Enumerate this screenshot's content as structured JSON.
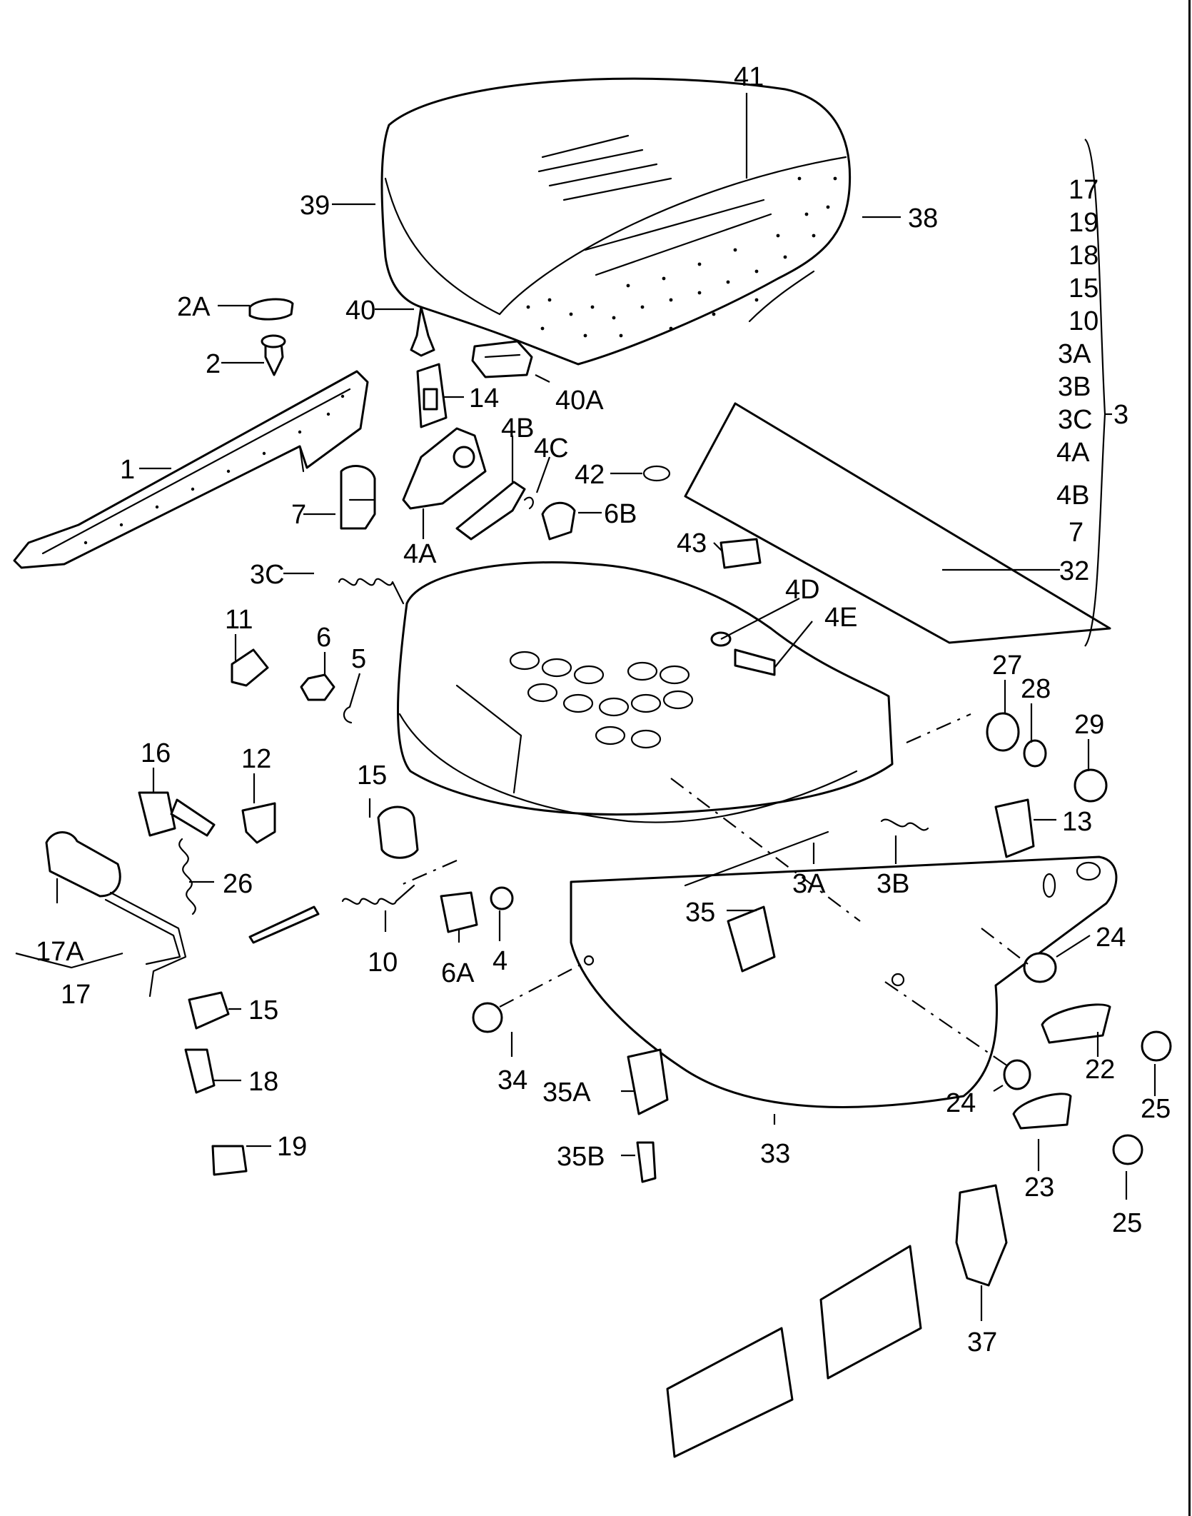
{
  "callouts": [
    {
      "id": "41"
    },
    {
      "id": "39"
    },
    {
      "id": "38"
    },
    {
      "id": "2A"
    },
    {
      "id": "40"
    },
    {
      "id": "2"
    },
    {
      "id": "14"
    },
    {
      "id": "40A"
    },
    {
      "id": "1"
    },
    {
      "id": "4B"
    },
    {
      "id": "4C"
    },
    {
      "id": "42"
    },
    {
      "id": "7"
    },
    {
      "id": "6B"
    },
    {
      "id": "4A"
    },
    {
      "id": "43"
    },
    {
      "id": "3C"
    },
    {
      "id": "32"
    },
    {
      "id": "4D"
    },
    {
      "id": "4E"
    },
    {
      "id": "11"
    },
    {
      "id": "6"
    },
    {
      "id": "5"
    },
    {
      "id": "27"
    },
    {
      "id": "28"
    },
    {
      "id": "29"
    },
    {
      "id": "16"
    },
    {
      "id": "12"
    },
    {
      "id": "15"
    },
    {
      "id": "13"
    },
    {
      "id": "26"
    },
    {
      "id": "3A"
    },
    {
      "id": "3B"
    },
    {
      "id": "35"
    },
    {
      "id": "17A"
    },
    {
      "id": "10"
    },
    {
      "id": "6A"
    },
    {
      "id": "4"
    },
    {
      "id": "24"
    },
    {
      "id": "17"
    },
    {
      "id": "15"
    },
    {
      "id": "22"
    },
    {
      "id": "34"
    },
    {
      "id": "25"
    },
    {
      "id": "18"
    },
    {
      "id": "35A"
    },
    {
      "id": "24"
    },
    {
      "id": "19"
    },
    {
      "id": "33"
    },
    {
      "id": "35B"
    },
    {
      "id": "23"
    },
    {
      "id": "25"
    },
    {
      "id": "37"
    }
  ],
  "kit_group": {
    "label": "3",
    "members": [
      "17",
      "19",
      "18",
      "15",
      "10",
      "3A",
      "3B",
      "3C",
      "4A",
      "4B",
      "7",
      "32"
    ]
  }
}
